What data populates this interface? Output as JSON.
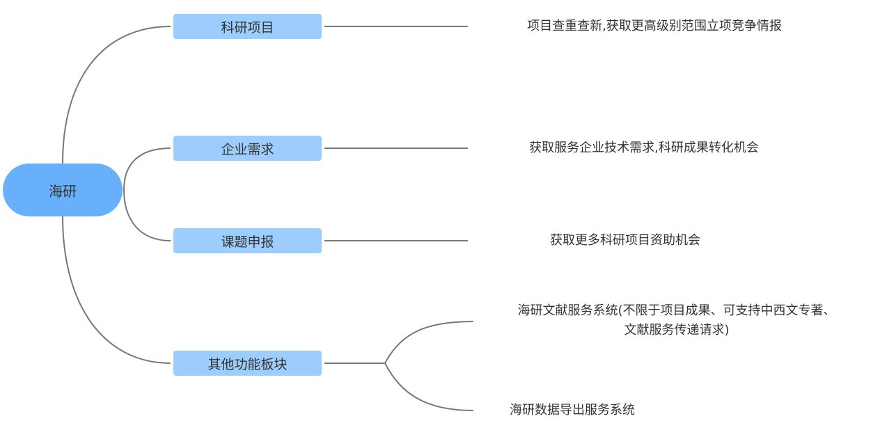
{
  "root": {
    "label": "海研"
  },
  "branches": [
    {
      "label": "科研项目",
      "leaves": [
        "项目查重查新,获取更高级别范围立项竞争情报"
      ]
    },
    {
      "label": "企业需求",
      "leaves": [
        "获取服务企业技术需求,科研成果转化机会"
      ]
    },
    {
      "label": "课题申报",
      "leaves": [
        "获取更多科研项目资助机会"
      ]
    },
    {
      "label": "其他功能板块",
      "leaves": [
        "海研文献服务系统(不限于项目成果、可支持中西文专著、",
        "文献服务传递请求)",
        "海研数据导出服务系统"
      ]
    }
  ],
  "colors": {
    "root": "#68b0fc",
    "node": "#9ccdfc",
    "line": "#777777"
  }
}
